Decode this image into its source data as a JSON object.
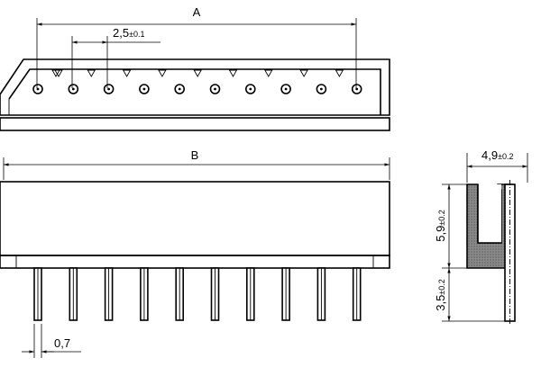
{
  "colors": {
    "line": "#000000",
    "background": "#ffffff",
    "section_fill": "#7a7a7a"
  },
  "dimensions": {
    "a": {
      "label": "A"
    },
    "pitch": {
      "main": "2,5",
      "tol": "±0.1"
    },
    "b": {
      "label": "B"
    },
    "pin_width": {
      "main": "0,7"
    },
    "depth": {
      "main": "4,9",
      "tol": "±0.2"
    },
    "height": {
      "main": "5,9",
      "tol": "±0.2"
    },
    "pin_length": {
      "main": "3,5",
      "tol": "±0.2"
    }
  },
  "pin_count": 10
}
